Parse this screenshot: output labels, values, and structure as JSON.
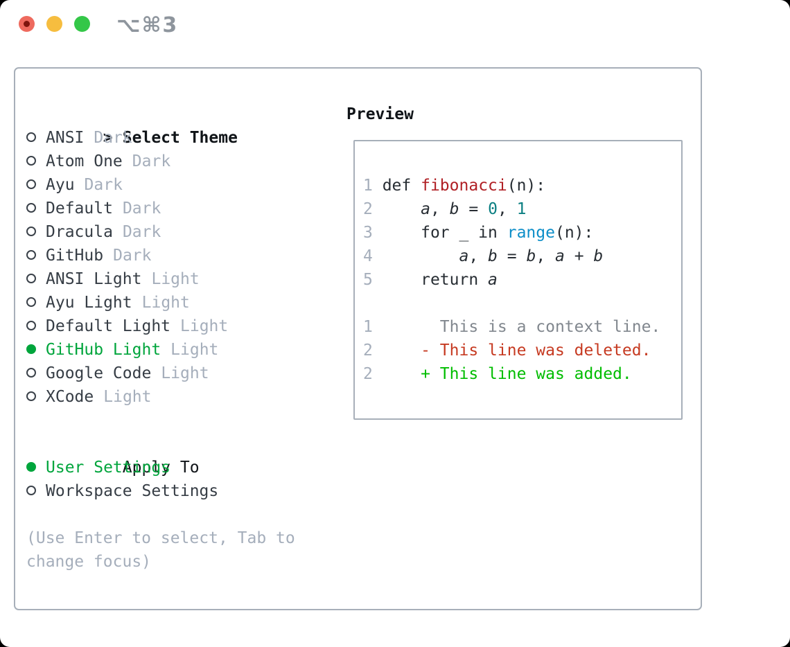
{
  "window": {
    "title": "⌥⌘3"
  },
  "theme_list": {
    "prompt": ">",
    "header": "Select Theme",
    "items": [
      {
        "name": "ANSI",
        "tag": "Dark",
        "selected": false
      },
      {
        "name": "Atom One",
        "tag": "Dark",
        "selected": false
      },
      {
        "name": "Ayu",
        "tag": "Dark",
        "selected": false
      },
      {
        "name": "Default",
        "tag": "Dark",
        "selected": false
      },
      {
        "name": "Dracula",
        "tag": "Dark",
        "selected": false
      },
      {
        "name": "GitHub",
        "tag": "Dark",
        "selected": false
      },
      {
        "name": "ANSI Light",
        "tag": "Light",
        "selected": false
      },
      {
        "name": "Ayu Light",
        "tag": "Light",
        "selected": false
      },
      {
        "name": "Default Light",
        "tag": "Light",
        "selected": false
      },
      {
        "name": "GitHub Light",
        "tag": "Light",
        "selected": true
      },
      {
        "name": "Google Code",
        "tag": "Light",
        "selected": false
      },
      {
        "name": "XCode",
        "tag": "Light",
        "selected": false
      }
    ]
  },
  "apply_to": {
    "header": "Apply To",
    "options": [
      {
        "name": "User Settings",
        "selected": true
      },
      {
        "name": "Workspace Settings",
        "selected": false
      }
    ]
  },
  "footer_hint": "(Use Enter to select, Tab to change focus)",
  "preview": {
    "header": "Preview",
    "lines": [
      [
        [
          "num",
          "1"
        ],
        [
          "pl",
          " def "
        ],
        [
          "fn",
          "fibonacci"
        ],
        [
          "pl",
          "(n):"
        ]
      ],
      [
        [
          "num",
          "2"
        ],
        [
          "pl",
          "     "
        ],
        [
          "it",
          "a"
        ],
        [
          "pl",
          ", "
        ],
        [
          "it",
          "b"
        ],
        [
          "pl",
          " = "
        ],
        [
          "nm",
          "0"
        ],
        [
          "pl",
          ", "
        ],
        [
          "nm",
          "1"
        ]
      ],
      [
        [
          "num",
          "3"
        ],
        [
          "pl",
          "     for _ in "
        ],
        [
          "rg",
          "range"
        ],
        [
          "pl",
          "(n):"
        ]
      ],
      [
        [
          "num",
          "4"
        ],
        [
          "pl",
          "         "
        ],
        [
          "it",
          "a"
        ],
        [
          "pl",
          ", "
        ],
        [
          "it",
          "b"
        ],
        [
          "pl",
          " = "
        ],
        [
          "it",
          "b"
        ],
        [
          "pl",
          ", "
        ],
        [
          "it",
          "a"
        ],
        [
          "pl",
          " + "
        ],
        [
          "it",
          "b"
        ]
      ],
      [
        [
          "num",
          "5"
        ],
        [
          "pl",
          "     return "
        ],
        [
          "it",
          "a"
        ]
      ],
      [],
      [
        [
          "num",
          "1"
        ],
        [
          "pl",
          "       "
        ],
        [
          "ctx",
          "This is a context line."
        ]
      ],
      [
        [
          "num",
          "2"
        ],
        [
          "pl",
          "     "
        ],
        [
          "del",
          "- This line was deleted."
        ]
      ],
      [
        [
          "num",
          "2"
        ],
        [
          "pl",
          "     "
        ],
        [
          "add",
          "+ This line was added."
        ]
      ]
    ]
  },
  "colors": {
    "accent_green": "#00a53c",
    "diff_added_green": "#00bd00",
    "diff_deleted_red": "#c63a21",
    "function_red": "#b01f24",
    "number_teal": "#0b7f82",
    "builtin_blue": "#0d8ec8",
    "muted_gray": "#a5aebb",
    "panel_border": "#a7afb9",
    "traffic_red": "#ee6a5e",
    "traffic_yellow": "#f6bd3f",
    "traffic_green": "#34c748"
  }
}
